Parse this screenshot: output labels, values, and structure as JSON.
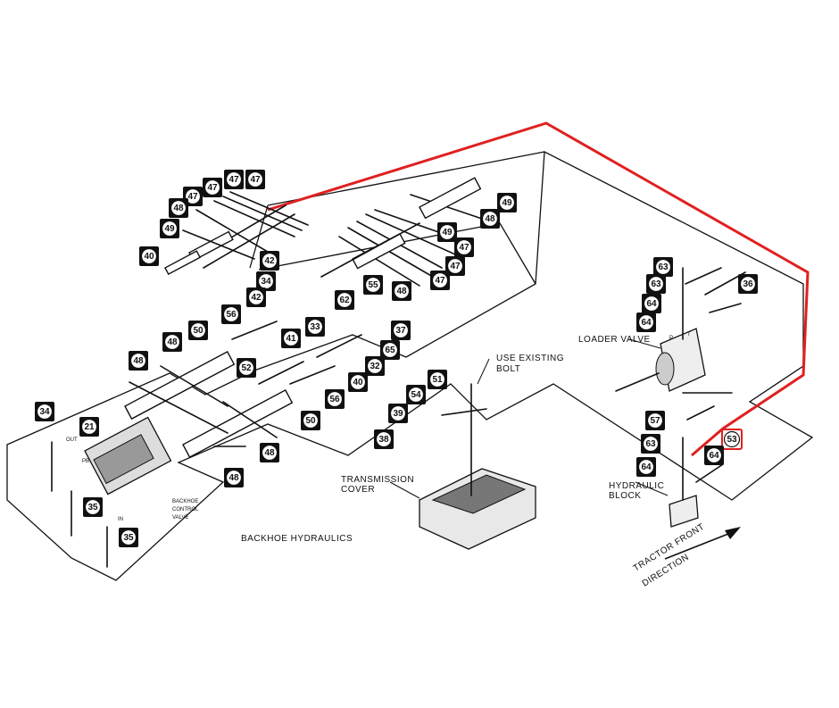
{
  "diagram": {
    "caption_backhoe": "BACKHOE HYDRAULICS",
    "label_loader_valve": "LOADER VALVE",
    "label_use_existing_bolt_1": "USE EXISTING",
    "label_use_existing_bolt_2": "BOLT",
    "label_transmission_cover_1": "TRANSMISSION",
    "label_transmission_cover_2": "COVER",
    "label_hydraulic_block_1": "HYDRAULIC",
    "label_hydraulic_block_2": "BLOCK",
    "label_backhoe_valve_1": "BACKHOE",
    "label_backhoe_valve_2": "CONTROL",
    "label_backhoe_valve_3": "VALVE",
    "label_tractor_front_1": "TRACTOR FRONT",
    "label_tractor_front_2": "DIRECTION",
    "port_out": "OUT",
    "port_pb": "PB",
    "port_in": "IN",
    "port_p": "P",
    "port_t": "T",
    "highlight_color": "#e02020",
    "callouts": [
      "40",
      "47",
      "47",
      "47",
      "47",
      "48",
      "49",
      "49",
      "48",
      "47",
      "47",
      "47",
      "48",
      "42",
      "34",
      "42",
      "55",
      "62",
      "49",
      "63",
      "63",
      "36",
      "64",
      "64",
      "56",
      "41",
      "33",
      "37",
      "65",
      "32",
      "40",
      "56",
      "50",
      "48",
      "48",
      "52",
      "50",
      "48",
      "48",
      "34",
      "21",
      "35",
      "35",
      "51",
      "54",
      "39",
      "38",
      "57",
      "63",
      "53",
      "64",
      "64"
    ],
    "highlighted_callout": "53"
  }
}
